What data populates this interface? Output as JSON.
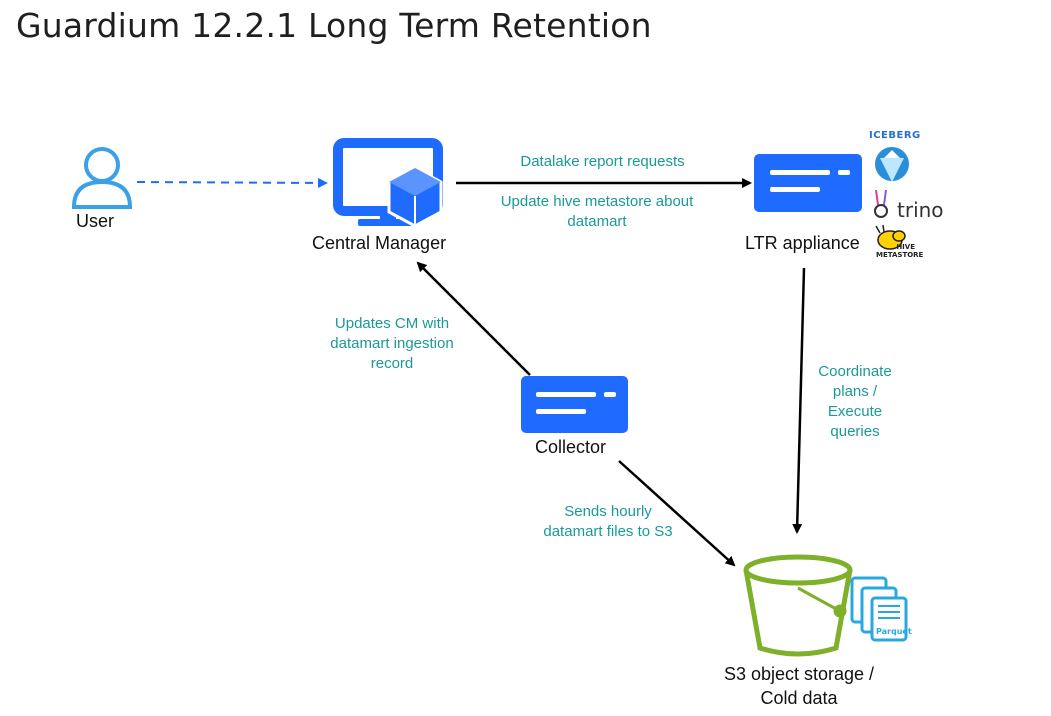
{
  "title": "Guardium 12.2.1 Long Term Retention",
  "nodes": {
    "user": "User",
    "central_manager": "Central Manager",
    "ltr_appliance": "LTR appliance",
    "collector": "Collector",
    "s3_line1": "S3 object storage /",
    "s3_line2": "Cold data"
  },
  "annotations": {
    "req": "Datalake report requests",
    "hive_line1": "Update hive metastore about",
    "hive_line2": "datamart",
    "cm_line1": "Updates CM with",
    "cm_line2": "datamart ingestion",
    "cm_line3": "record",
    "coord_line1": "Coordinate",
    "coord_line2": "plans /",
    "coord_line3": "Execute",
    "coord_line4": "queries",
    "sends_line1": "Sends hourly",
    "sends_line2": "datamart files to S3"
  },
  "logos": {
    "iceberg": "ICEBERG",
    "trino": "trino",
    "hive_line1": "HIVE",
    "hive_line2": "METASTORE",
    "parquet": "Parquet"
  },
  "colors": {
    "blue": "#1f6bff",
    "teal": "#1a9a96",
    "green": "#7fb02a",
    "light_blue": "#29a8df"
  }
}
